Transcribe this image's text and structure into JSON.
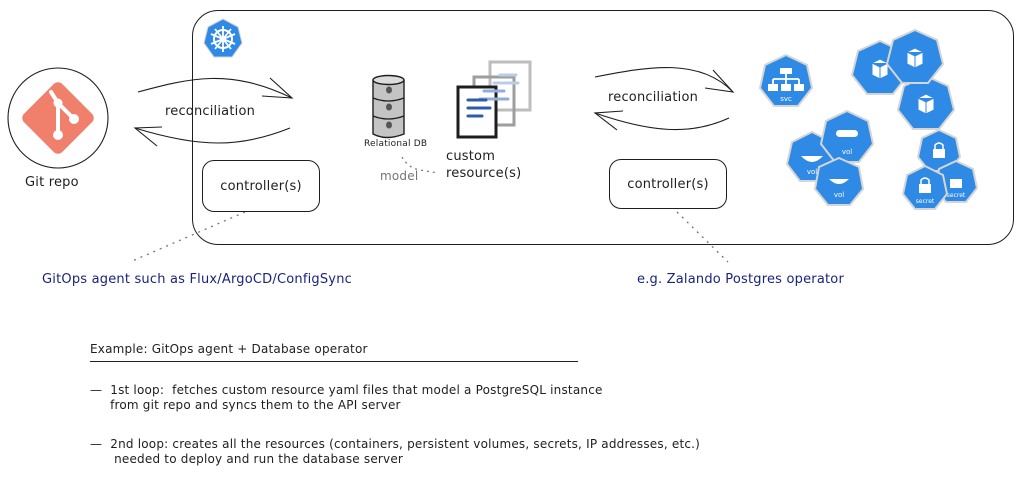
{
  "diagram": {
    "git_repo": {
      "label": "Git repo",
      "icon": "git-logo-icon",
      "color": "#f0806c"
    },
    "cluster": {
      "icon": "kubernetes-icon",
      "color": "#2f8ae5"
    },
    "left_loop": {
      "label": "reconciliation",
      "controller_label": "controller(s)"
    },
    "center": {
      "db_label": "Relational DB",
      "model_label": "model",
      "custom_resource_label_line1": "custom",
      "custom_resource_label_line2": "resource(s)"
    },
    "right_loop": {
      "label": "reconciliation",
      "controller_label": "controller(s)"
    },
    "k8s_resources": [
      {
        "kind": "svc",
        "label": "svc"
      },
      {
        "kind": "pod",
        "label": ""
      },
      {
        "kind": "pod",
        "label": ""
      },
      {
        "kind": "pod",
        "label": ""
      },
      {
        "kind": "vol",
        "label": "vol"
      },
      {
        "kind": "vol",
        "label": "vol"
      },
      {
        "kind": "vol",
        "label": "vol"
      },
      {
        "kind": "secret",
        "label": "secret"
      },
      {
        "kind": "secret",
        "label": "secret"
      },
      {
        "kind": "secret",
        "label": "secret"
      }
    ],
    "annotations": {
      "gitops_note": "GitOps agent such as Flux/ArgoCD/ConfigSync",
      "operator_note": "e.g. Zalando Postgres operator"
    },
    "colors": {
      "note_blue": "#1a237e",
      "k8s_blue": "#2f8ae5",
      "git_orange": "#f0806c",
      "ink": "#1e1e1e"
    }
  },
  "example": {
    "title": "Example: GitOps agent + Database operator",
    "bullets": [
      {
        "line1": "—  1st loop:  fetches custom resource yaml files that model a PostgreSQL instance",
        "line2": "     from git repo and syncs them to the API server"
      },
      {
        "line1": "—  2nd loop: creates all the resources (containers, persistent volumes, secrets, IP addresses, etc.)",
        "line2": "      needed to deploy and run the database server"
      }
    ]
  }
}
